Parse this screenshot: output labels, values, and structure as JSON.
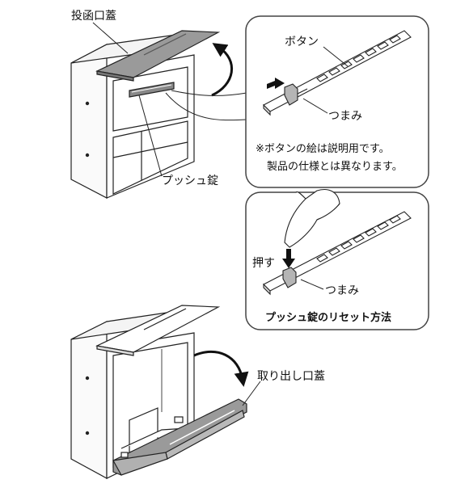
{
  "labels": {
    "mail_slot_lid": "投函口蓋",
    "button": "ボタン",
    "knob_top": "つまみ",
    "note_line1": "※ボタンの絵は説明用です。",
    "note_line2": "製品の仕様とは異なります。",
    "push_lock": "プッシュ錠",
    "press": "押す",
    "knob_bottom": "つまみ",
    "reset_title": "プッシュ錠のリセット方法",
    "takeout_lid": "取り出し口蓋"
  },
  "colors": {
    "line": "#222222",
    "lid_fill": "#9a9a9a",
    "knob_fill": "#b5b5b5",
    "panel_border": "#444444"
  },
  "icons": [
    "arrow-right-icon",
    "arrow-down-icon",
    "curved-arrow-icon",
    "hand-icon"
  ]
}
